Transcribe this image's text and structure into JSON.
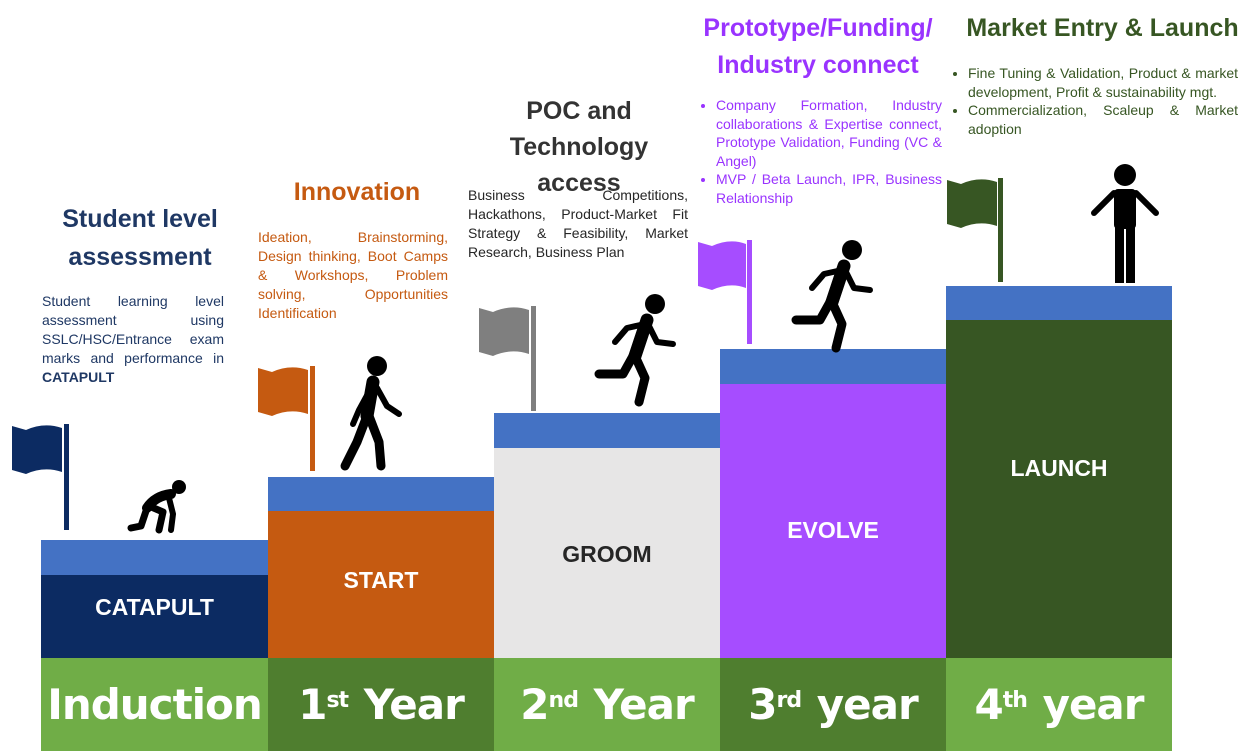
{
  "colors": {
    "navy": "#0c2b62",
    "orange": "#c55a11",
    "grey": "#e7e6e6",
    "purple": "#a64dff",
    "dark_green": "#375623",
    "green": "#70ad47",
    "mid_green": "#4f7e2f",
    "step_top": "#4472c4",
    "heading_navy": "#1f3864",
    "heading_orange": "#c55a11",
    "heading_dark": "#333333",
    "heading_purple": "#9933ff",
    "heading_green": "#375623"
  },
  "steps": {
    "catapult": "CATAPULT",
    "start": "START",
    "groom": "GROOM",
    "evolve": "EVOLVE",
    "launch": "LAUNCH"
  },
  "years": {
    "induction": "Induction",
    "y1_num": "1",
    "y1_sup": "st",
    "y1_word": "Year",
    "y2_num": "2",
    "y2_sup": "nd",
    "y2_word": "Year",
    "y3_num": "3",
    "y3_sup": "rd",
    "y3_word": "year",
    "y4_num": "4",
    "y4_sup": "th",
    "y4_word": "year"
  },
  "headings": {
    "induction_line1": "Student level",
    "induction_line2": "assessment",
    "innovation": "Innovation",
    "poc_line1": "POC and",
    "poc_line2": "Technology access",
    "proto_line1": "Prototype/Funding/",
    "proto_line2": "Industry connect",
    "market": "Market Entry & Launch"
  },
  "descriptions": {
    "induction_text": "Student learning level assessment using SSLC/HSC/Entrance exam marks and performance in ",
    "induction_bold": "CATAPULT",
    "innovation": "Ideation, Brainstorming, Design thinking, Boot Camps & Workshops, Problem solving, Opportunities Identification",
    "poc": "Business Competitions, Hackathons, Product-Market Fit Strategy & Feasibility, Market Research, Business Plan"
  },
  "proto_bullets": [
    "Company Formation, Industry collaborations & Expertise connect, Prototype Validation, Funding (VC & Angel)",
    "MVP / Beta Launch, IPR, Business Relationship"
  ],
  "market_bullets": [
    "Fine Tuning & Validation, Product & market development, Profit & sustainability mgt.",
    "Commercialization, Scaleup & Market adoption"
  ],
  "icons": {
    "flag": "flag-icon",
    "crouching": "crouching-runner-icon",
    "walking": "walking-person-icon",
    "running": "running-person-icon",
    "standing": "standing-person-icon"
  }
}
